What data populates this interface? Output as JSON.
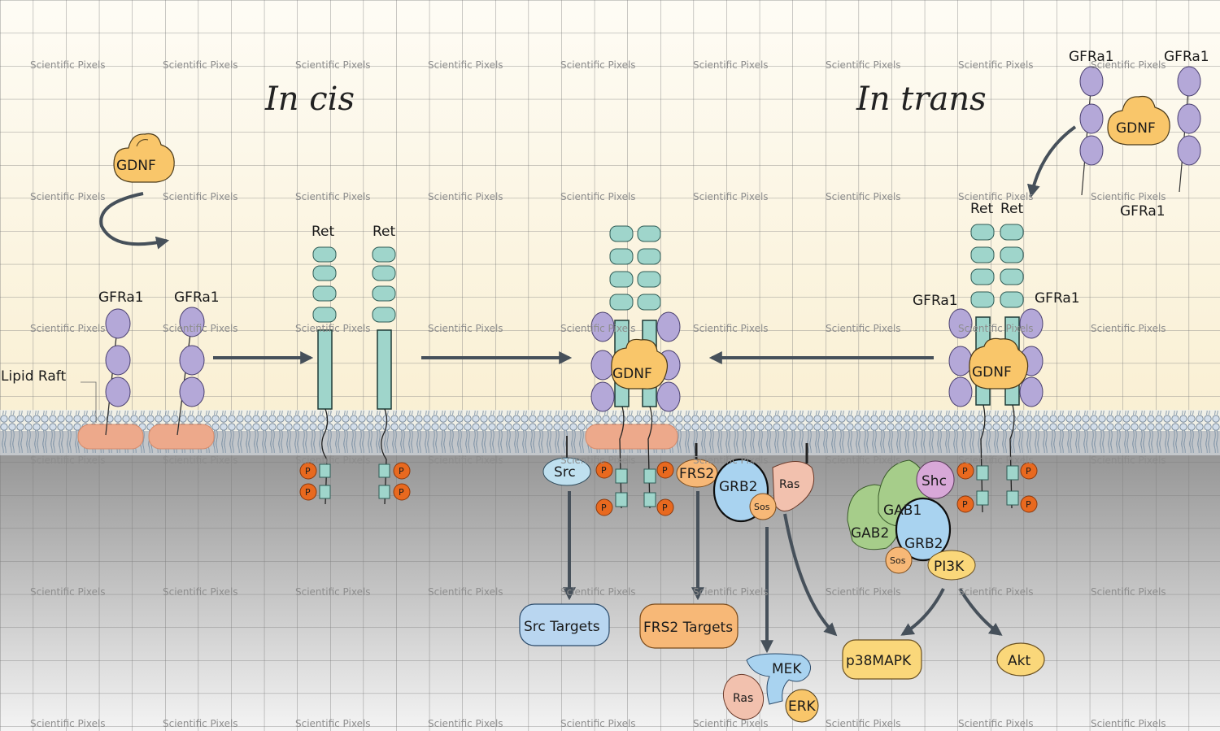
{
  "titles": {
    "cis": "In cis",
    "trans": "In trans"
  },
  "watermark": "Scientific Pixels",
  "labels": {
    "gdnf": "GDNF",
    "gfra1": "GFRa1",
    "ret": "Ret",
    "lipid_raft": "Lipid Raft",
    "src": "Src",
    "frs2": "FRS2",
    "grb2": "GRB2",
    "ras": "Ras",
    "sos": "Sos",
    "shc": "Shc",
    "gab1": "GAB1",
    "gab2": "GAB2",
    "pi3k": "PI3K",
    "mek": "MEK",
    "erk": "ERK",
    "p": "P"
  },
  "targets": {
    "src_targets": "Src Targets",
    "frs2_targets": "FRS2 Targets",
    "p38mapk": "p38MAPK",
    "akt": "Akt"
  },
  "colors": {
    "background_top": "#fdf8ea",
    "background_cytoplasm": "#9a9a9a",
    "gdnf": "#f9c66a",
    "gfra1": "#b4a8d8",
    "ret": "#9fd5cb",
    "lipid_raft": "#eda98b",
    "phosphate": "#e8691f",
    "src": "#bfe0ef",
    "grb2": "#a9d3f0",
    "ras": "#f2c1ae",
    "shc": "#d8a8d8",
    "gab": "#a6cd8a",
    "pi3k": "#fad77a",
    "src_targets": "#b9d6f0",
    "frs2_targets": "#f7b877",
    "membrane_head": "#c9d7e5"
  }
}
